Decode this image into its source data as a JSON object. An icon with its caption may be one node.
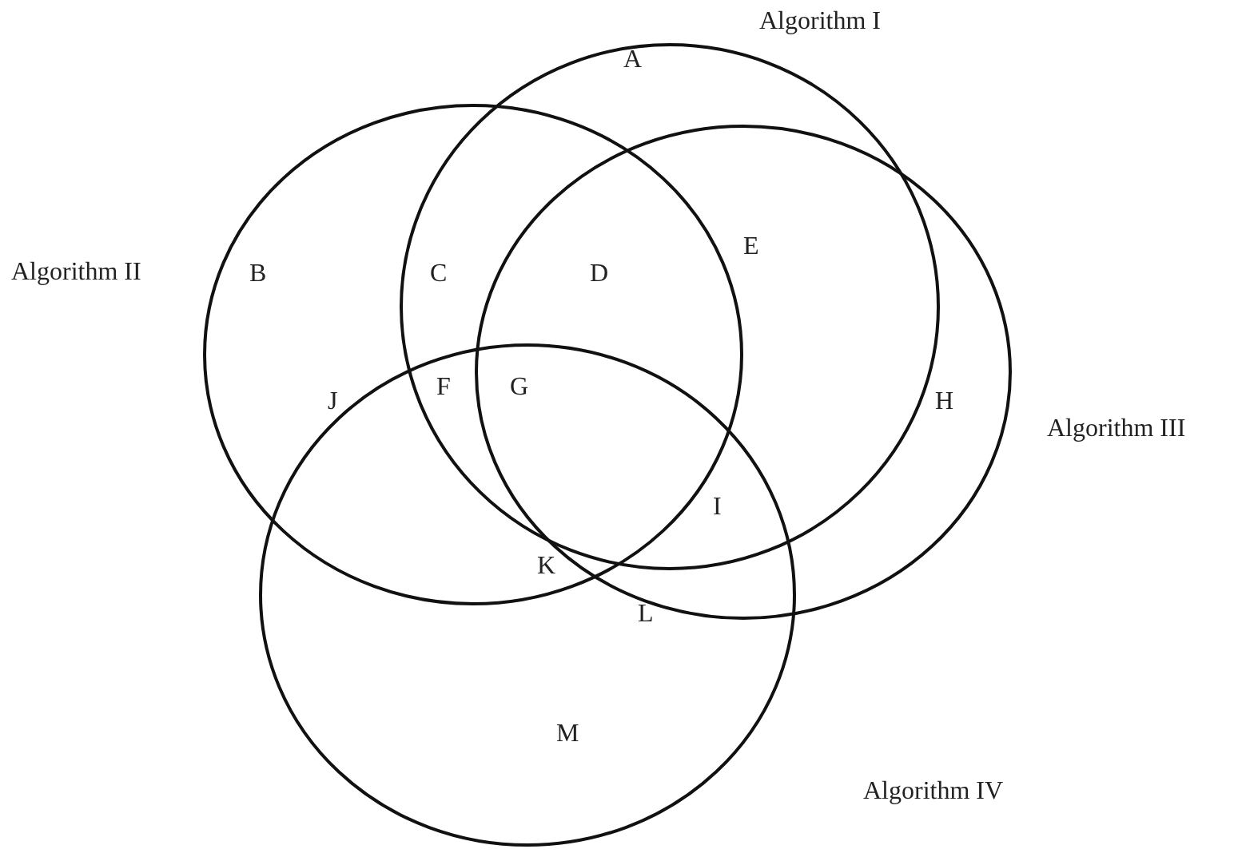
{
  "diagram": {
    "nodes": [
      {
        "text": [
          "Algorithm I"
        ]
      },
      {
        "text": [
          "Algorithm II"
        ]
      },
      {
        "text": [
          "Algorithm III"
        ]
      },
      {
        "text": [
          "Algorithm IV"
        ]
      }
    ],
    "edges": [],
    "labels": [
      "A",
      "B",
      "C",
      "D",
      "E",
      "J",
      "F",
      "G",
      "H",
      "I",
      "K",
      "L",
      "M"
    ]
  }
}
